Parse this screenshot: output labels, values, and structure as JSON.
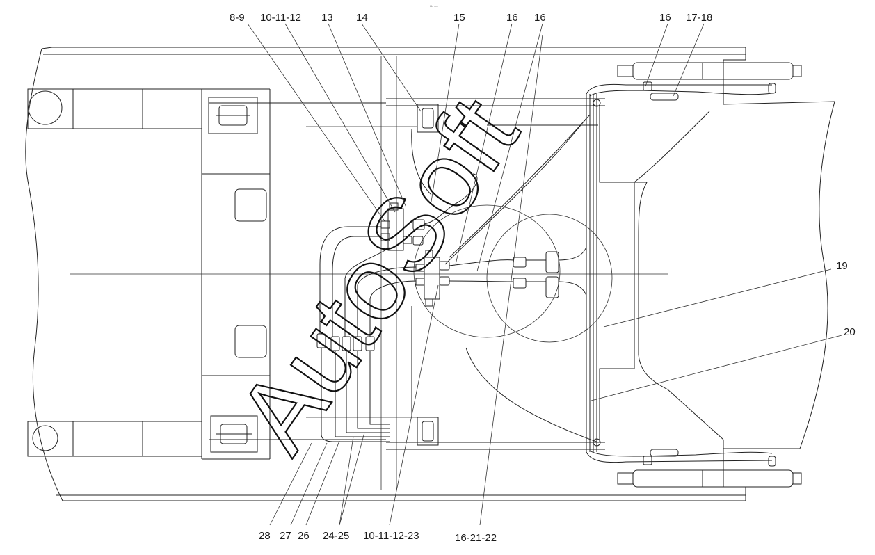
{
  "top_mark": "ᴵᴰ▫ ▫▫▫",
  "watermark": "AutoSoft",
  "top_callouts": [
    "8-9",
    "10-11-12",
    "13",
    "14",
    "15",
    "16",
    "16",
    "16",
    "17-18"
  ],
  "right_callouts": [
    "19",
    "20"
  ],
  "bottom_callouts": [
    "28",
    "27",
    "26",
    "24-25",
    "10-11-12-23",
    "16-21-22"
  ]
}
